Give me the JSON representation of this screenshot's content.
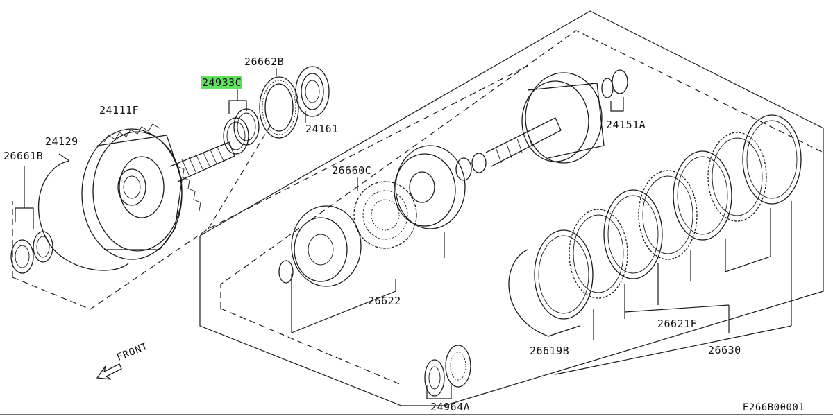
{
  "diagram": {
    "code": "E266B00001",
    "front_text": "FRONT",
    "highlight_color": "#5fe05f",
    "parts": [
      {
        "id": "p-26662b",
        "label": "26662B"
      },
      {
        "id": "p-24933c",
        "label": "24933C",
        "highlighted": true
      },
      {
        "id": "p-24111f",
        "label": "24111F"
      },
      {
        "id": "p-24129",
        "label": "24129"
      },
      {
        "id": "p-26661b",
        "label": "26661B"
      },
      {
        "id": "p-24161",
        "label": "24161"
      },
      {
        "id": "p-24151a",
        "label": "24151A"
      },
      {
        "id": "p-26660c",
        "label": "26660C"
      },
      {
        "id": "p-26622",
        "label": "26622"
      },
      {
        "id": "p-26621f",
        "label": "26621F"
      },
      {
        "id": "p-26619b",
        "label": "26619B"
      },
      {
        "id": "p-26630",
        "label": "26630"
      },
      {
        "id": "p-24964a",
        "label": "24964A"
      }
    ]
  }
}
